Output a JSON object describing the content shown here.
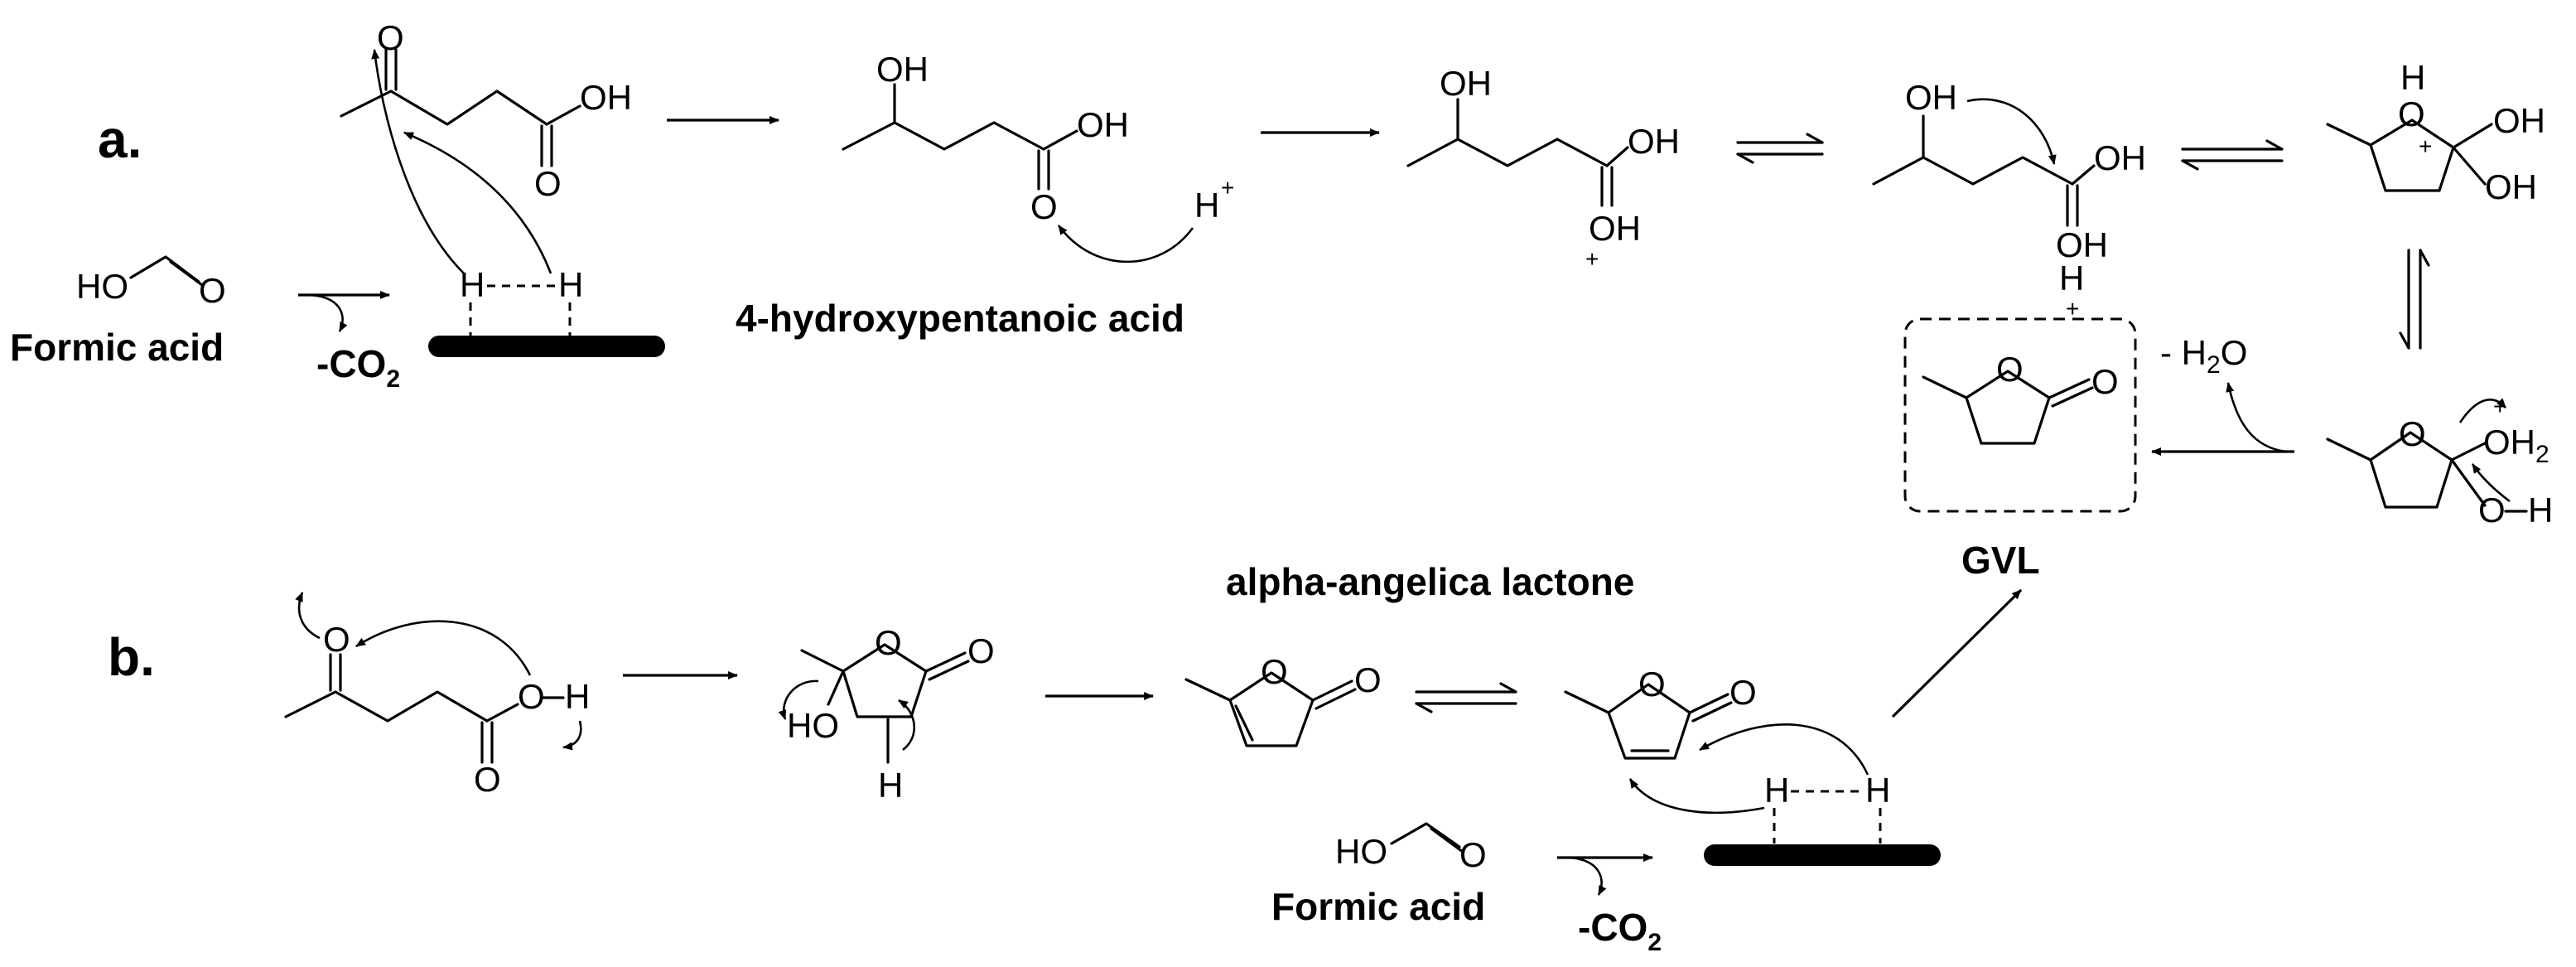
{
  "panels": {
    "a": "a.",
    "b": "b."
  },
  "atoms": {
    "O": "O",
    "OH": "OH",
    "HO": "HO",
    "H": "H",
    "plus": "+",
    "OH2": "OH",
    "two": "2"
  },
  "labels": {
    "formic_acid": "Formic acid",
    "co2": "-CO",
    "co2_sub": "2",
    "hydroxypentanoic": "4-hydroxypentanoic acid",
    "angelica": "alpha-angelica lactone",
    "gvl": "GVL",
    "water": "- H",
    "water_sub": "2",
    "water_o": "O"
  }
}
